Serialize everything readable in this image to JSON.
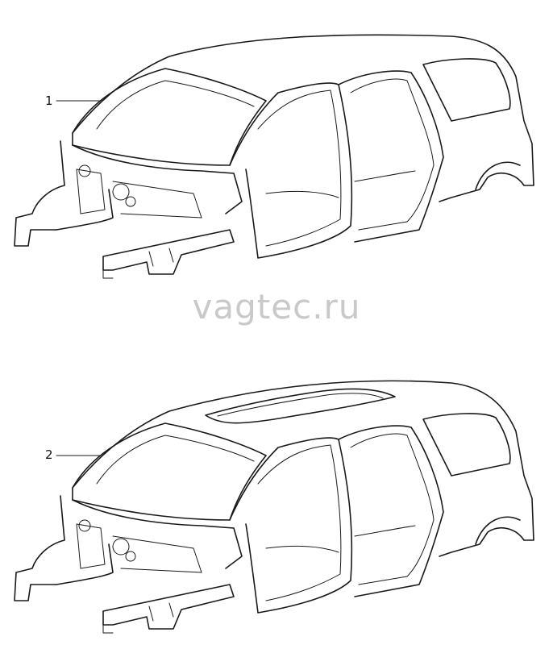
{
  "callouts": [
    {
      "number": "1"
    },
    {
      "number": "2"
    }
  ],
  "watermark": "vagtec.ru"
}
